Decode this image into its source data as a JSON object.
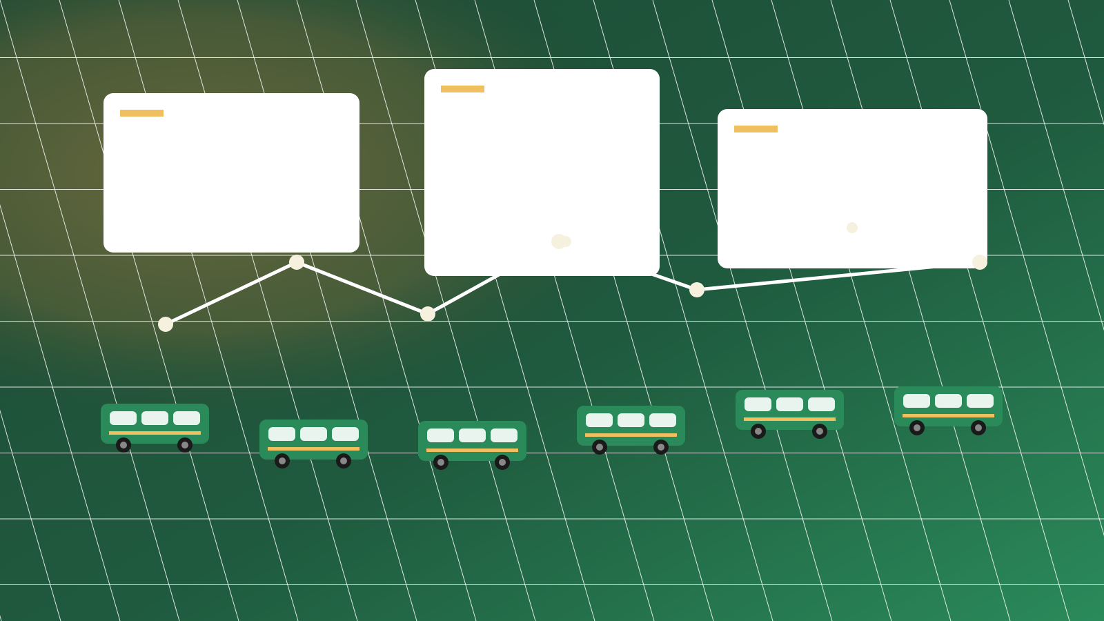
{
  "colors": {
    "background_dark": "#1c4a36",
    "background_light": "#2a8a5a",
    "background_warm": "#5a5a38",
    "grid_line": "#ffffff",
    "card_fill": "#ffffff",
    "card_accent": "#f0c060",
    "path_line": "#ffffff",
    "node_fill": "#f6f1df",
    "bus_body": "#2a8a5a",
    "bus_window": "#eaf4ef",
    "bus_stripe": "#f0c060",
    "wheel": "#1a1a1a",
    "hub": "#888888"
  },
  "cards": [
    {
      "name": "card-1",
      "accent": "accent-bar",
      "title": ""
    },
    {
      "name": "card-2",
      "accent": "accent-bar",
      "title": ""
    },
    {
      "name": "card-3",
      "accent": "accent-bar",
      "title": ""
    }
  ],
  "path_nodes": 6,
  "buses": [
    {
      "name": "bus-1",
      "icon": "bus-icon"
    },
    {
      "name": "bus-2",
      "icon": "bus-icon"
    },
    {
      "name": "bus-3",
      "icon": "bus-icon"
    },
    {
      "name": "bus-4",
      "icon": "bus-icon"
    },
    {
      "name": "bus-5",
      "icon": "bus-icon"
    },
    {
      "name": "bus-6",
      "icon": "bus-icon"
    }
  ]
}
